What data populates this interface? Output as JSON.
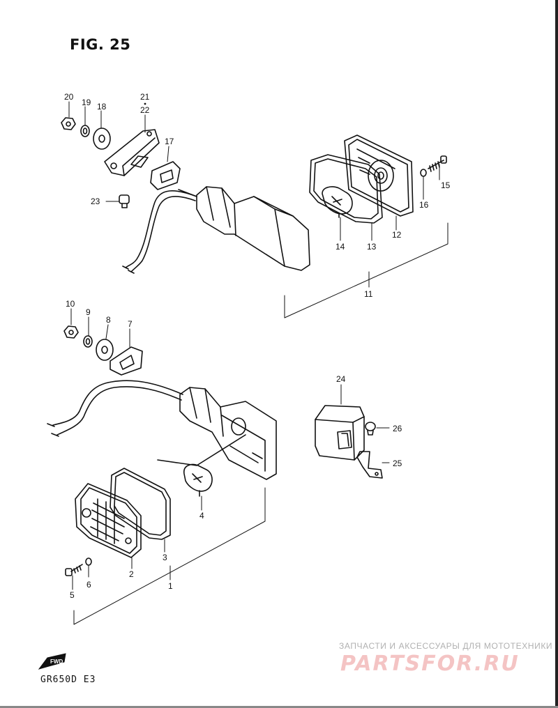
{
  "figure_title": "FIG. 25",
  "model_code": "GR650D E3",
  "fwd_label": "FWD",
  "watermark": {
    "top_text": "ЗАПЧАСТИ И АКСЕССУАРЫ ДЛЯ МОТОТЕХНИКИ",
    "brand_text": "PARTSFOR.RU",
    "color_top": "#b0b0b0",
    "color_brand": "#f4c4c4"
  },
  "part_numbers": {
    "p1": "1",
    "p2": "2",
    "p3": "3",
    "p4": "4",
    "p5": "5",
    "p6": "6",
    "p7": "7",
    "p8": "8",
    "p9": "9",
    "p10": "10",
    "p11": "11",
    "p12": "12",
    "p13": "13",
    "p14": "14",
    "p15": "15",
    "p16": "16",
    "p17": "17",
    "p18": "18",
    "p19": "19",
    "p20": "20",
    "p21": "21",
    "p22": "22",
    "p23": "23",
    "p24": "24",
    "p25": "25",
    "p26": "26"
  }
}
